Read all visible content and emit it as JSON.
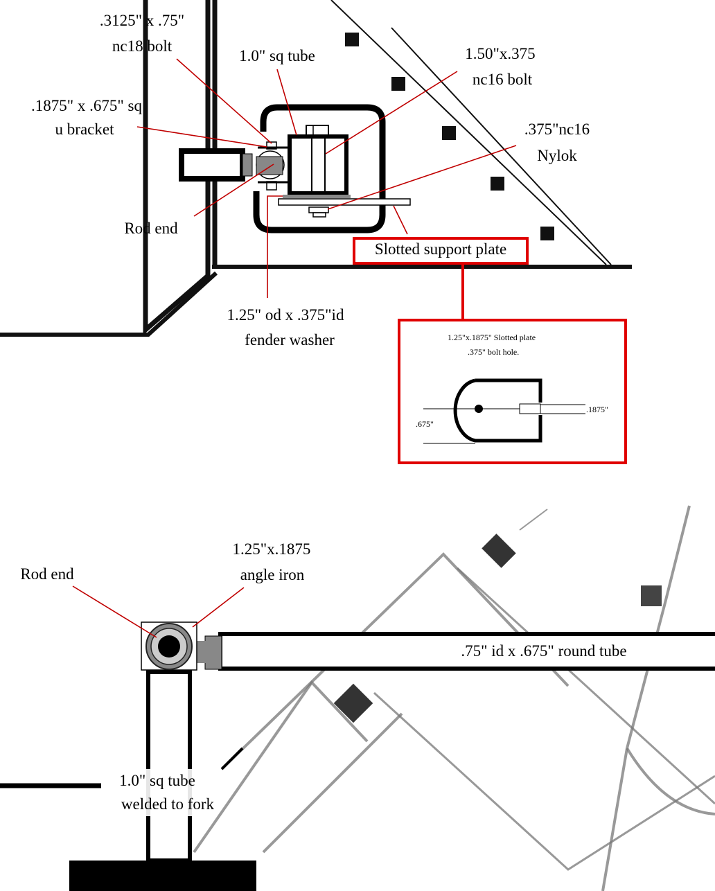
{
  "top_view": {
    "labels": {
      "bolt_size": ".3125\" x .75\"",
      "bolt_type": "nc18 bolt",
      "sq_tube": "1.0\" sq tube",
      "main_bolt_size": "1.50\"x.375",
      "main_bolt_type": "nc16 bolt",
      "bracket_size": ".1875\"  x  .675\"  sq",
      "bracket_type": "u bracket",
      "nut_size": ".375\"nc16",
      "nut_type": "Nylok",
      "rod_end": "Rod end",
      "support_plate": "Slotted support plate",
      "washer_size": "1.25\" od x .375\"id",
      "washer_type": "fender washer"
    },
    "inset": {
      "title": "1.25\"x.1875\"  Slotted plate",
      "subtitle": ".375\"  bolt hole.",
      "dim_slot": ".1875\"",
      "dim_width": ".675\""
    }
  },
  "side_view": {
    "labels": {
      "angle_size": "1.25\"x.1875",
      "angle_type": "angle iron",
      "rod_end": "Rod end",
      "round_tube": ".75\" id x .675\"   round tube",
      "sq_tube": "1.0\" sq tube",
      "sq_tube_note": "welded to fork"
    }
  },
  "colors": {
    "leader": "#c00000",
    "highlight": "#e00000",
    "part_gray": "#888888"
  }
}
